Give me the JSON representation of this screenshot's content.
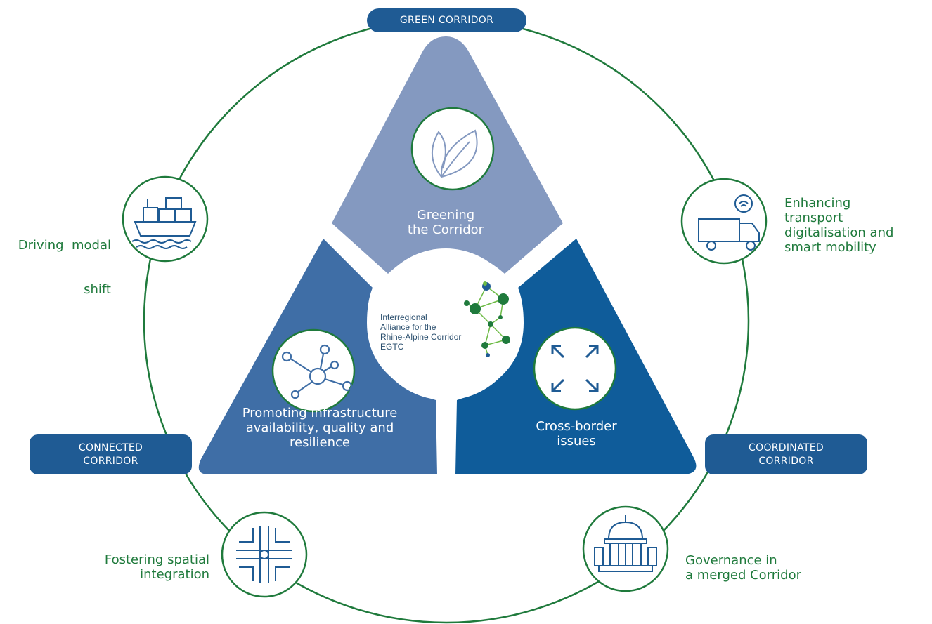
{
  "pills": {
    "top": "GREEN CORRIDOR",
    "left": [
      "CONNECTED",
      "CORRIDOR"
    ],
    "right": [
      "COORDINATED",
      "CORRIDOR"
    ]
  },
  "wedges": {
    "green": [
      "Greening",
      "the Corridor"
    ],
    "infrastructure": [
      "Promoting infrastructure",
      "availability, quality and",
      "resilience"
    ],
    "cross_border": [
      "Cross-border",
      "issues"
    ]
  },
  "logo": {
    "lines": [
      "Interregional",
      "Alliance for the",
      "Rhine-Alpine Corridor",
      "EGTC"
    ]
  },
  "outer_nodes": {
    "modal_shift": {
      "lines": [
        "Driving  modal",
        "shift"
      ],
      "icon": "ship-icon"
    },
    "digitalisation": {
      "lines": [
        "Enhancing",
        "transport",
        "digitalisation and",
        "smart mobility"
      ],
      "icon": "truck-wifi-icon"
    },
    "spatial": {
      "lines": [
        "Fostering spatial",
        "integration"
      ],
      "icon": "crossroads-icon"
    },
    "governance": {
      "lines": [
        "Governance in",
        "a merged Corridor"
      ],
      "icon": "government-building-icon"
    }
  },
  "icons": {
    "green": "leaf-icon",
    "infrastructure": "network-icon",
    "cross_border": "expand-arrows-icon"
  },
  "colors": {
    "ring_green": "#1f7a3c",
    "label_green": "#1f7a3c",
    "pill_blue": "#1f5b94",
    "wedge_light": "#8499c0",
    "wedge_mid": "#3f6ea6",
    "wedge_dark": "#0f5c9a"
  }
}
